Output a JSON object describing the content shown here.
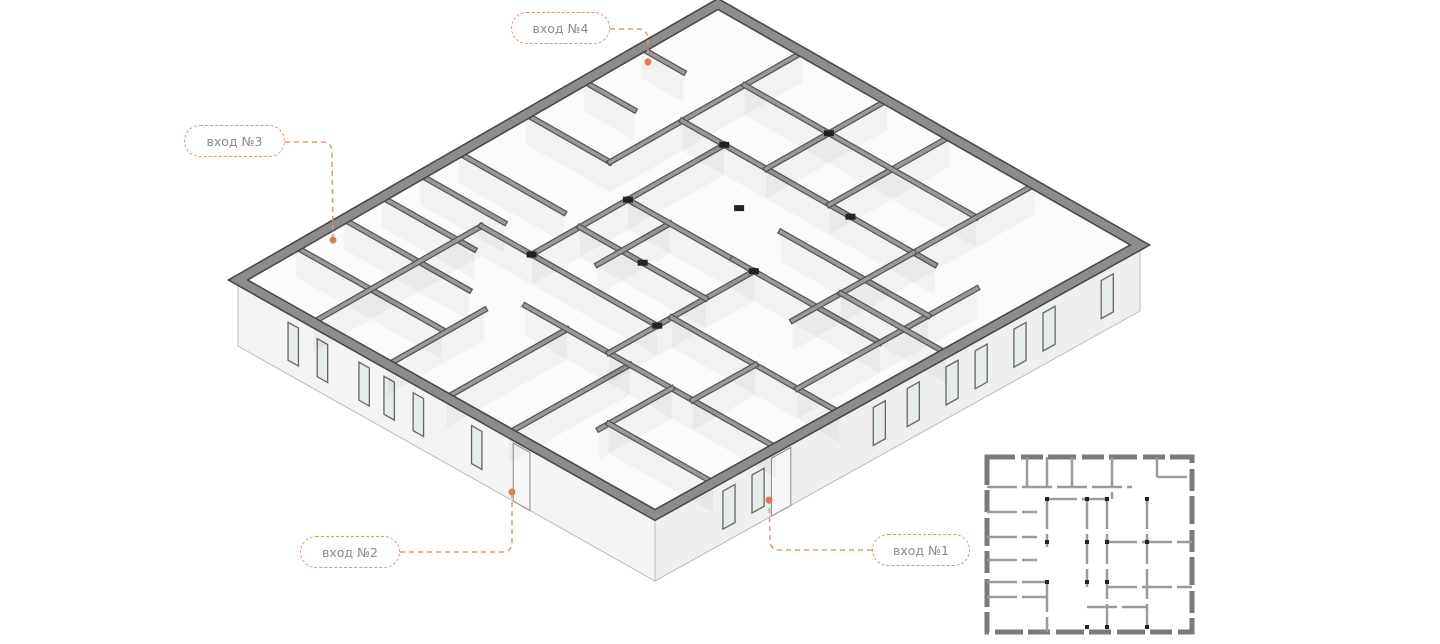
{
  "entrances": [
    {
      "id": "1",
      "label": "вход №1"
    },
    {
      "id": "2",
      "label": "вход №2"
    },
    {
      "id": "3",
      "label": "вход №3"
    },
    {
      "id": "4",
      "label": "вход №4"
    }
  ],
  "colors": {
    "accent": "#e2957a",
    "wall": "#8c8c8c",
    "wall_dark": "#6e6e6e",
    "face": "#f4f4f4",
    "text": "#8a8a8a"
  }
}
